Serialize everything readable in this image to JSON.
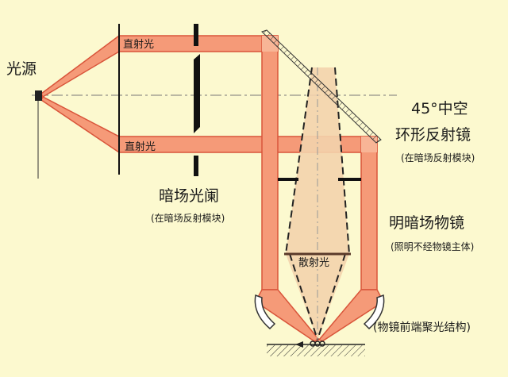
{
  "labels": {
    "light_source": "光源",
    "direct_light_top": "直射光",
    "direct_light_bottom": "直射光",
    "darkfield_stop": "暗场光阑",
    "darkfield_stop_note": "(在暗场反射模块)",
    "mirror_title_1": "45°中空",
    "mirror_title_2": "环形反射镜",
    "mirror_note": "(在暗场反射模块)",
    "objective": "明暗场物镜",
    "objective_note": "(照明不经物镜主体)",
    "scattered_light": "散射光",
    "condenser_note": "(物镜前端聚光结构)"
  },
  "colors": {
    "background": "#fcf9cf",
    "beam": "#f59a78",
    "beam_edge": "#d9553a",
    "cone": "#f3d3ac"
  }
}
